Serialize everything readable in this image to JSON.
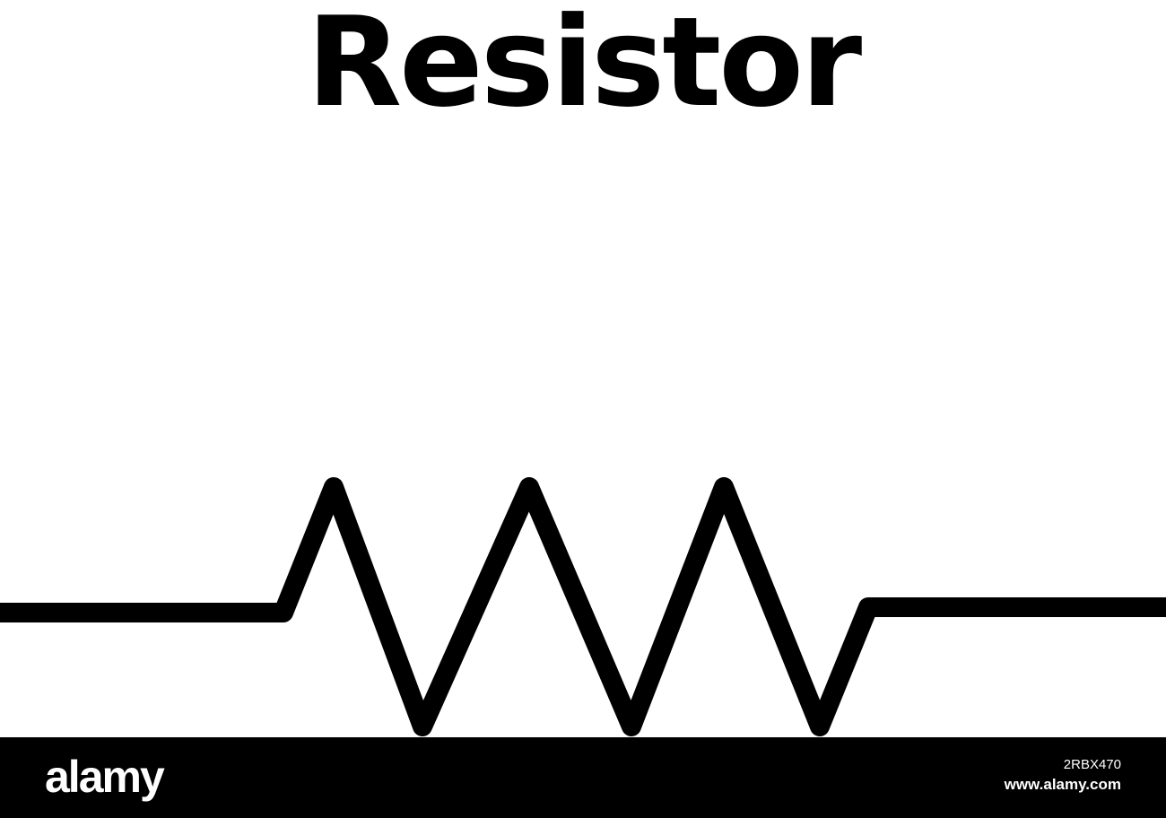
{
  "title": "Resistor",
  "footer": {
    "logo": "alamy",
    "image_id": "2RBX470",
    "url": "www.alamy.com"
  }
}
